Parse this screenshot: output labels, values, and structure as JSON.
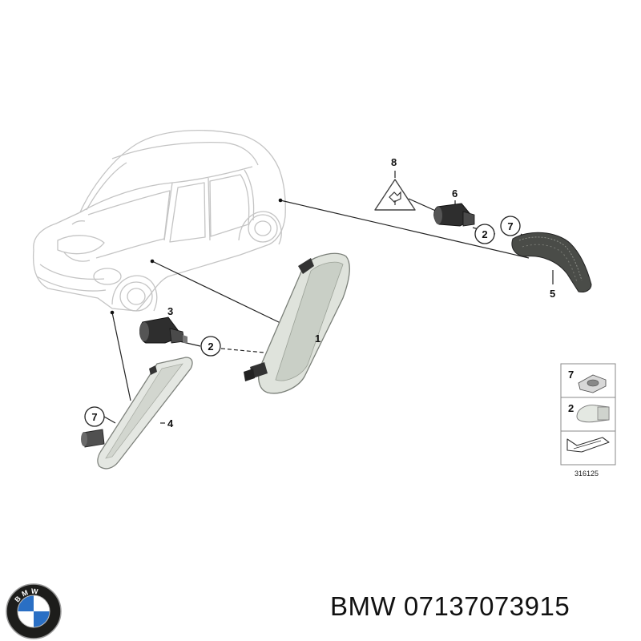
{
  "callouts": {
    "c1": "1",
    "c2a": "2",
    "c2b": "2",
    "c3": "3",
    "c4": "4",
    "c5": "5",
    "c6": "6",
    "c7a": "7",
    "c7b": "7",
    "c8": "8"
  },
  "legend": {
    "item7": "7",
    "item2": "2",
    "ref_code": "316125"
  },
  "caption": {
    "part_number": "BMW 07137073915"
  },
  "logo": {
    "letters": "BMW",
    "colors": {
      "blue": "#2a6fc4",
      "ring": "#1d1d1b",
      "white": "#ffffff"
    }
  }
}
